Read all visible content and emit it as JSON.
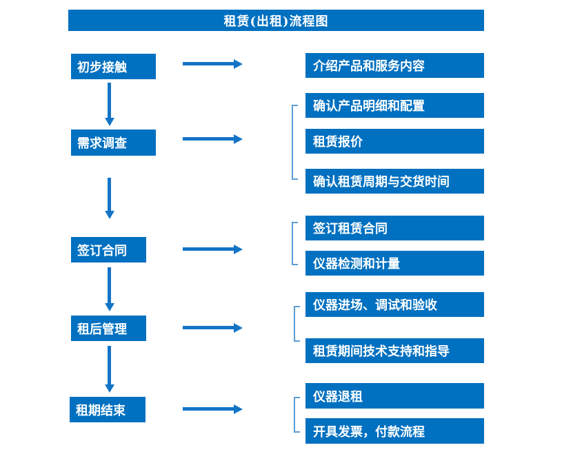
{
  "title": "租赁(出租)流程图",
  "colors": {
    "box_fill": "#0070c0",
    "arrow": "#1374c6",
    "bracket": "#5b9bd5",
    "text": "#ffffff",
    "background": "#ffffff"
  },
  "steps": [
    {
      "label": "初步接触",
      "details": [
        "介绍产品和服务内容"
      ]
    },
    {
      "label": "需求调查",
      "details": [
        "确认产品明细和配置",
        "租赁报价",
        "确认租赁周期与交货时间"
      ]
    },
    {
      "label": "签订合同",
      "details": [
        "签订租赁合同",
        "仪器检测和计量"
      ]
    },
    {
      "label": "租后管理",
      "details": [
        "仪器进场、调试和验收",
        "租赁期间技术支持和指导"
      ]
    },
    {
      "label": "租期结束",
      "details": [
        "仪器退租",
        "开具发票，付款流程"
      ]
    }
  ]
}
